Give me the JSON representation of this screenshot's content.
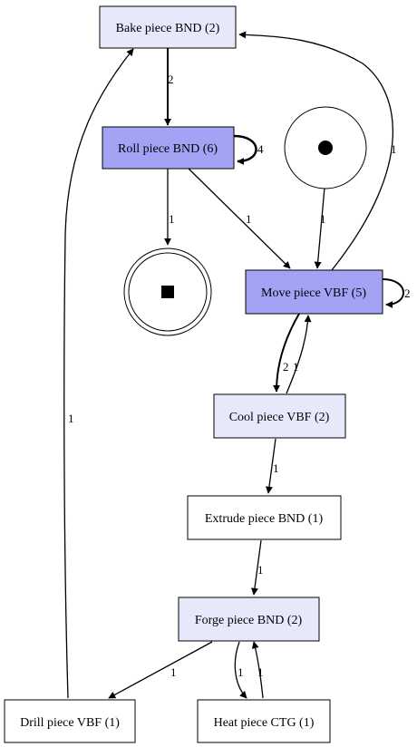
{
  "diagram": {
    "nodes": [
      {
        "id": "bake",
        "label": "Bake piece BND (2)",
        "fill": "#e8e8fb"
      },
      {
        "id": "roll",
        "label": "Roll piece BND (6)",
        "fill": "#a3a3f6"
      },
      {
        "id": "move",
        "label": "Move piece VBF (5)",
        "fill": "#a3a3f6"
      },
      {
        "id": "cool",
        "label": "Cool piece VBF (2)",
        "fill": "#e8e8fb"
      },
      {
        "id": "extrude",
        "label": "Extrude piece BND (1)",
        "fill": "#ffffff"
      },
      {
        "id": "forge",
        "label": "Forge piece BND (2)",
        "fill": "#e8e8fb"
      },
      {
        "id": "drill",
        "label": "Drill piece VBF (1)",
        "fill": "#ffffff"
      },
      {
        "id": "heat",
        "label": "Heat piece CTG (1)",
        "fill": "#ffffff"
      }
    ],
    "edge_labels": {
      "bake_roll": "2",
      "roll_self": "4",
      "roll_end": "1",
      "roll_move": "1",
      "start_move": "1",
      "move_bake": "1",
      "move_self": "2",
      "move_cool": "2",
      "cool_move": "1",
      "cool_extrude": "1",
      "extrude_forge": "1",
      "forge_drill": "1",
      "forge_heat": "1",
      "heat_forge": "1",
      "drill_bake": "1"
    }
  }
}
